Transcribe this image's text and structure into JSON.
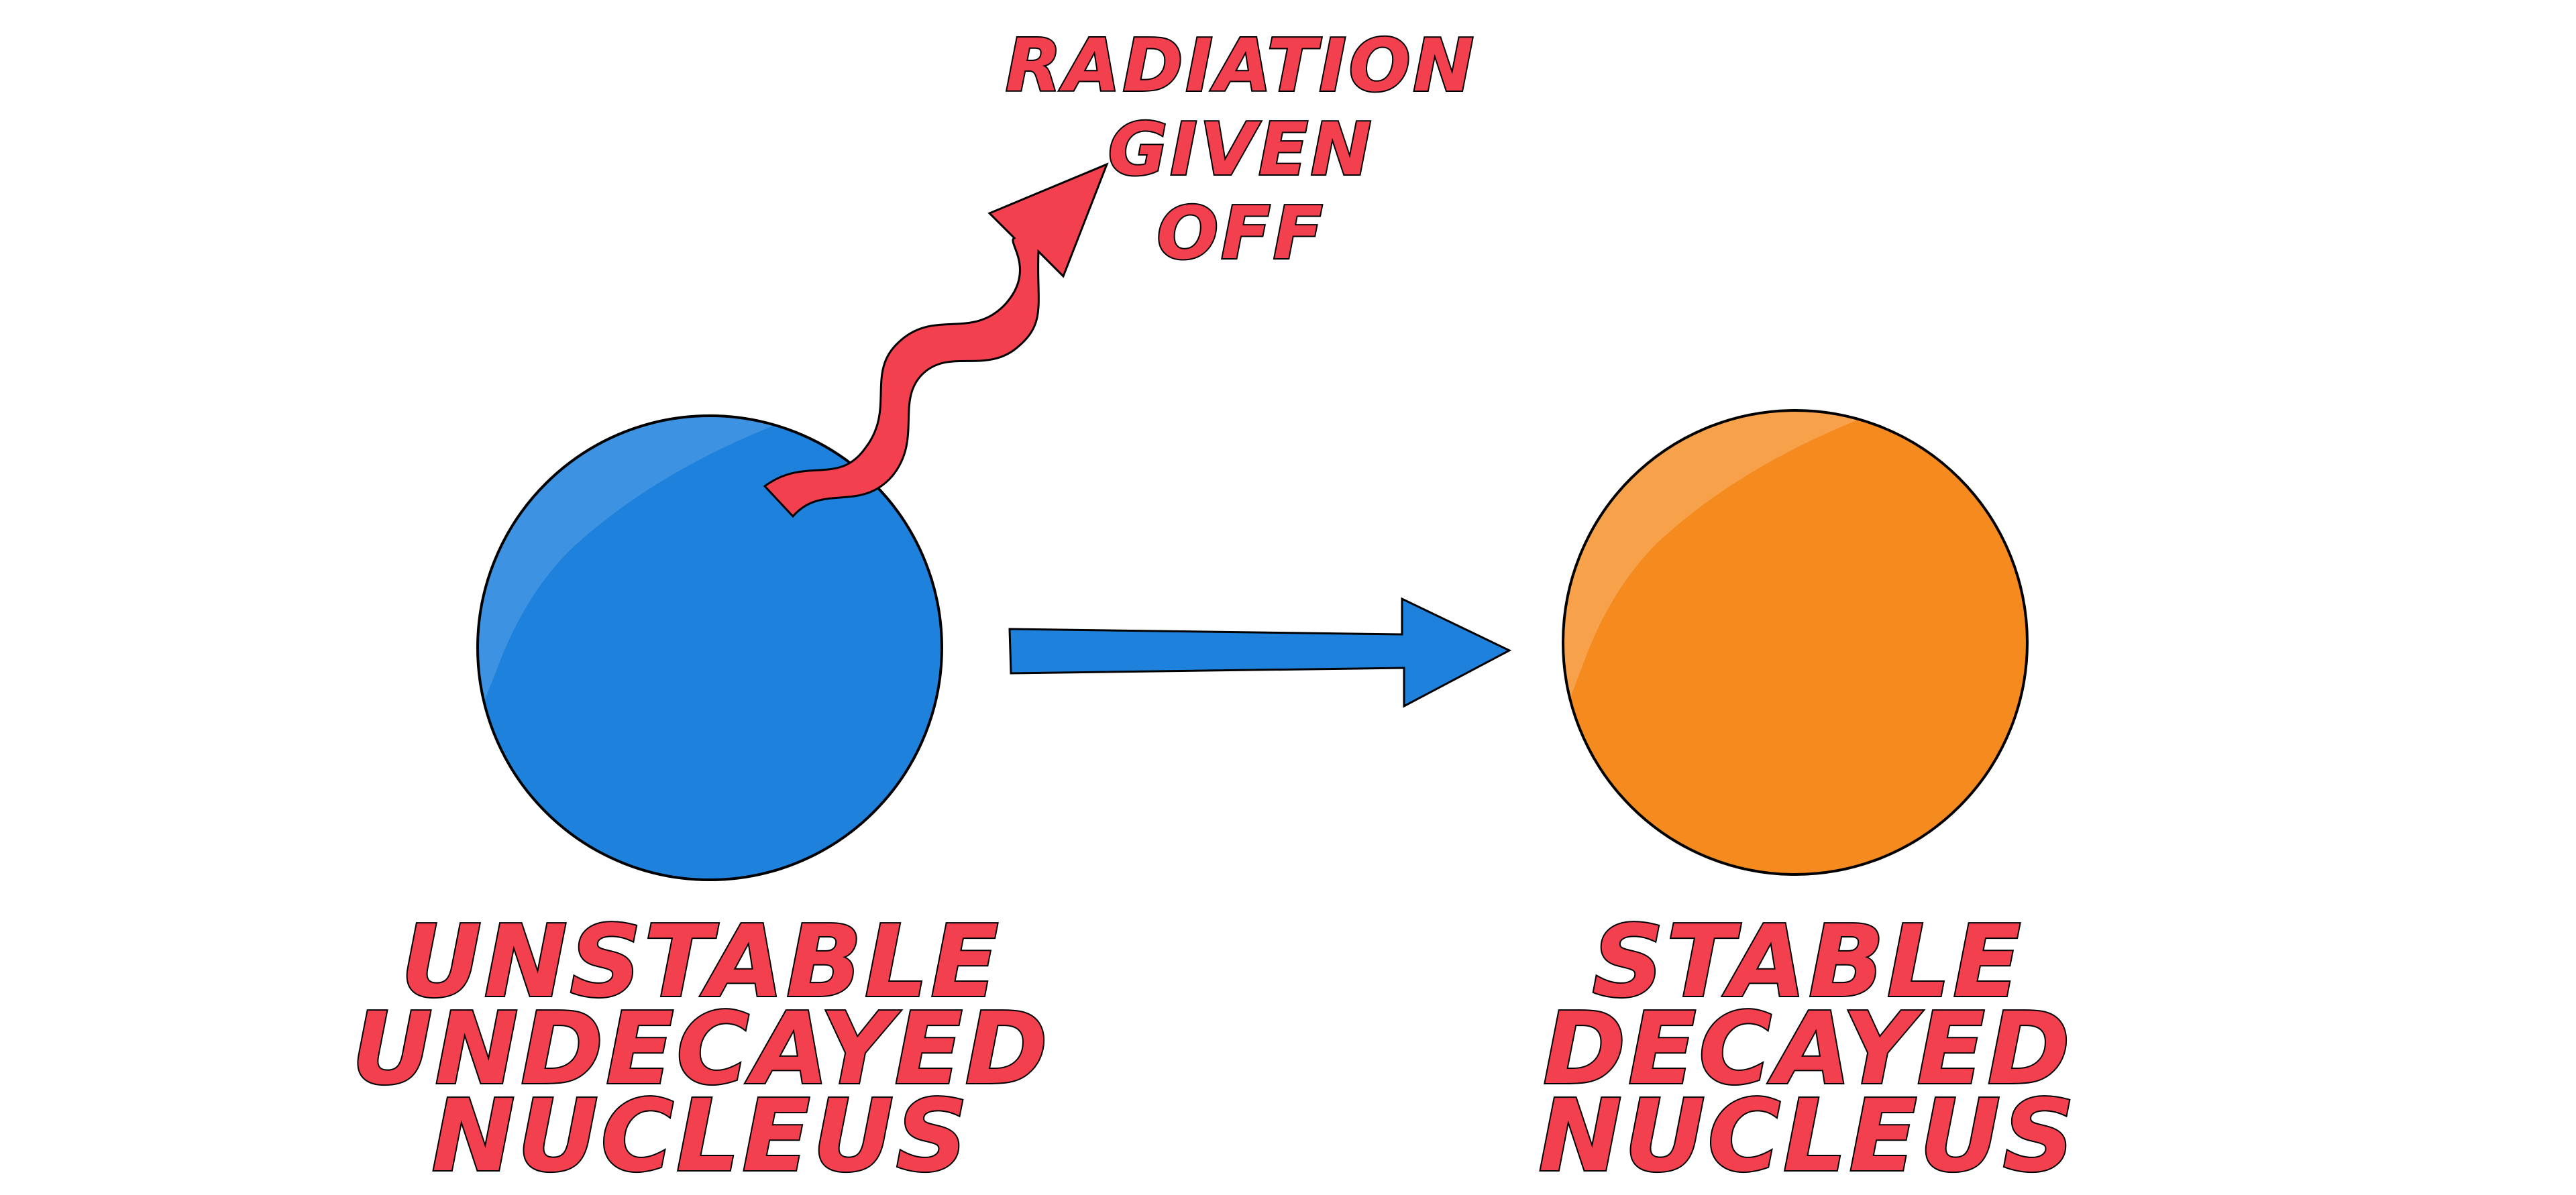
{
  "colors": {
    "unstable_nucleus": "#1e82dc",
    "stable_nucleus": "#f58a1f",
    "arrow": "#1e82dc",
    "radiation": "#f2404f",
    "label": "#f2404f",
    "outline": "#000000"
  },
  "radiation_label": [
    "RADIATION",
    "GIVEN",
    "OFF"
  ],
  "unstable_label": [
    "UNSTABLE",
    "UNDECAYED",
    "NUCLEUS"
  ],
  "stable_label": [
    "STABLE",
    "DECAYED",
    "NUCLEUS"
  ]
}
